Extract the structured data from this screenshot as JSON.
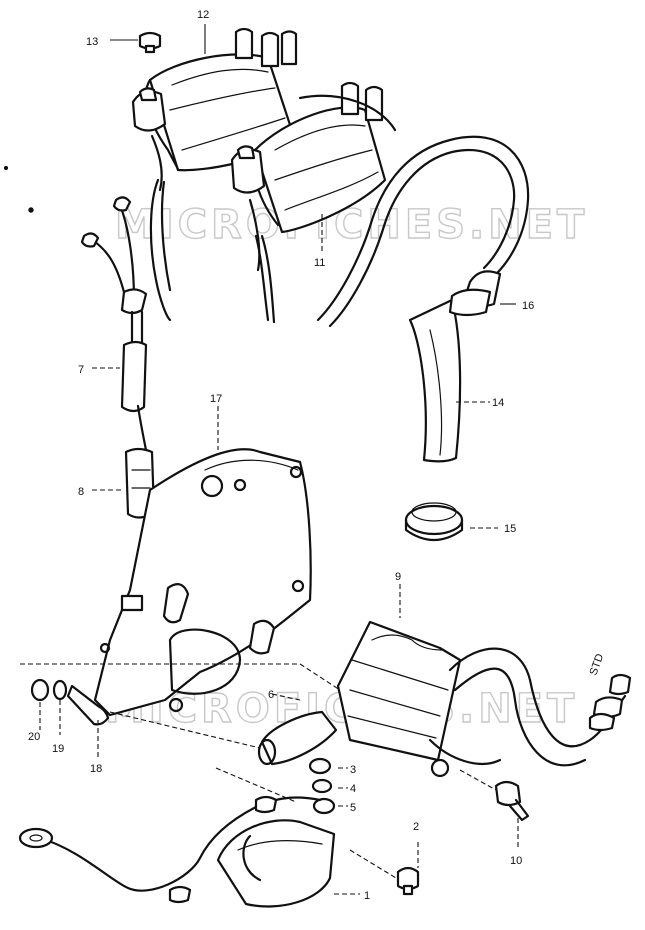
{
  "watermark": "MICROFICHES.NET",
  "stamp": "STD",
  "callouts": [
    {
      "id": "label-1",
      "text": "1"
    },
    {
      "id": "label-2",
      "text": "2"
    },
    {
      "id": "label-3",
      "text": "3"
    },
    {
      "id": "label-4",
      "text": "4"
    },
    {
      "id": "label-5",
      "text": "5"
    },
    {
      "id": "label-6",
      "text": "6"
    },
    {
      "id": "label-7",
      "text": "7"
    },
    {
      "id": "label-8",
      "text": "8"
    },
    {
      "id": "label-9",
      "text": "9"
    },
    {
      "id": "label-10",
      "text": "10"
    },
    {
      "id": "label-11",
      "text": "11"
    },
    {
      "id": "label-12",
      "text": "12"
    },
    {
      "id": "label-13",
      "text": "13"
    },
    {
      "id": "label-14",
      "text": "14"
    },
    {
      "id": "label-15",
      "text": "15"
    },
    {
      "id": "label-16",
      "text": "16"
    },
    {
      "id": "label-17",
      "text": "17"
    },
    {
      "id": "label-18",
      "text": "18"
    },
    {
      "id": "label-19",
      "text": "19"
    },
    {
      "id": "label-20",
      "text": "20"
    }
  ]
}
